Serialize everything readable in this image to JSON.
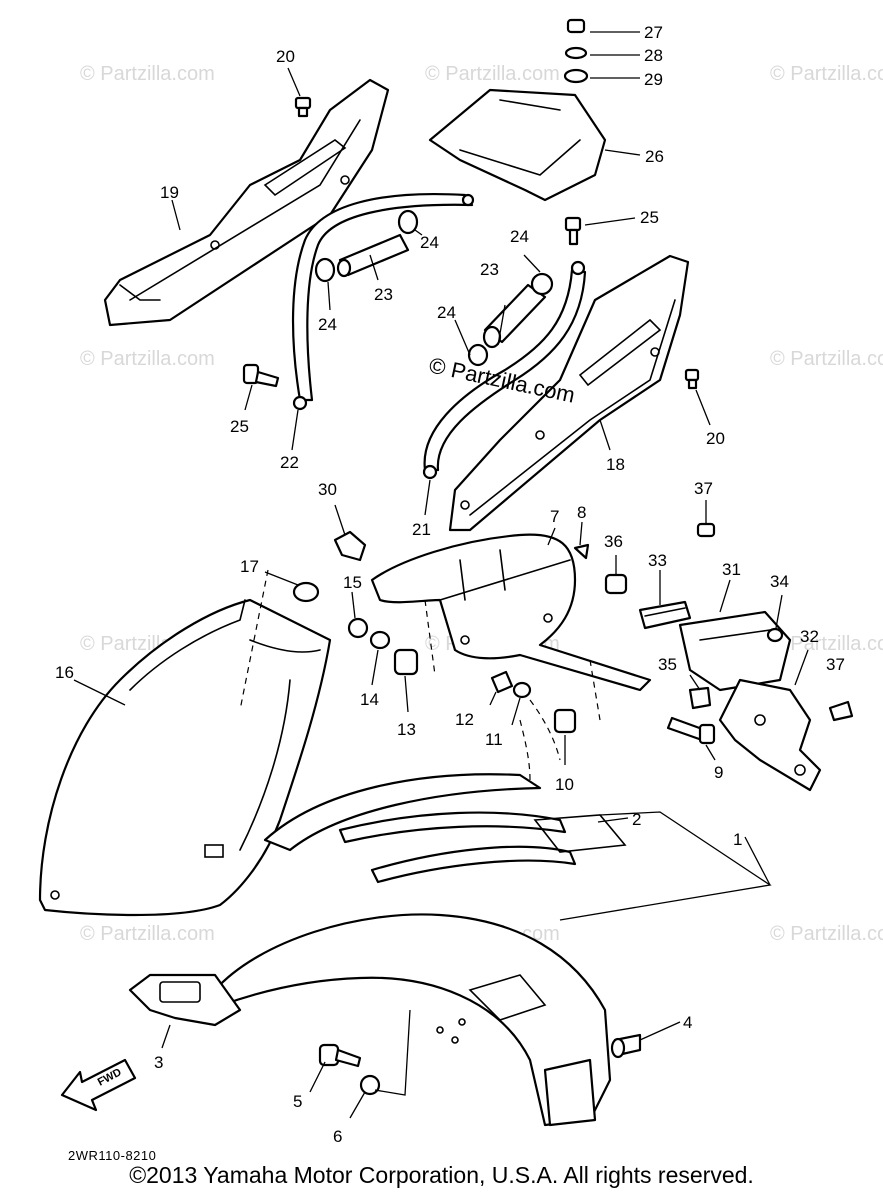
{
  "watermarks": [
    "© Partzilla.com",
    "© Partzilla.com",
    "© Partzilla.com",
    "© Partzilla.com",
    "© Partzilla.com",
    "© Partzilla.com",
    "© Partzilla.com",
    "© Partzilla.com",
    "© Partzilla.com",
    "© Partzilla.com",
    "© Partzilla.com"
  ],
  "center_watermark": "© Partzilla.com",
  "callouts": {
    "c1": "1",
    "c2": "2",
    "c3": "3",
    "c4": "4",
    "c5": "5",
    "c6": "6",
    "c7": "7",
    "c8": "8",
    "c9": "9",
    "c10": "10",
    "c11": "11",
    "c12": "12",
    "c13": "13",
    "c14": "14",
    "c15": "15",
    "c16": "16",
    "c17": "17",
    "c18": "18",
    "c19": "19",
    "c20a": "20",
    "c20b": "20",
    "c21": "21",
    "c22": "22",
    "c23a": "23",
    "c23b": "23",
    "c24a": "24",
    "c24b": "24",
    "c24c": "24",
    "c25a": "25",
    "c25b": "25",
    "c26": "26",
    "c27": "27",
    "c28": "28",
    "c29": "29",
    "c30": "30",
    "c31": "31",
    "c32": "32",
    "c33": "33",
    "c34": "34",
    "c35": "35",
    "c36": "36",
    "c37a": "37",
    "c37b": "37"
  },
  "fwd_label": "FWD",
  "diagram_code": "2WR110-8210",
  "copyright": "©2013  Yamaha Motor Corporation, U.S.A. All rights reserved."
}
